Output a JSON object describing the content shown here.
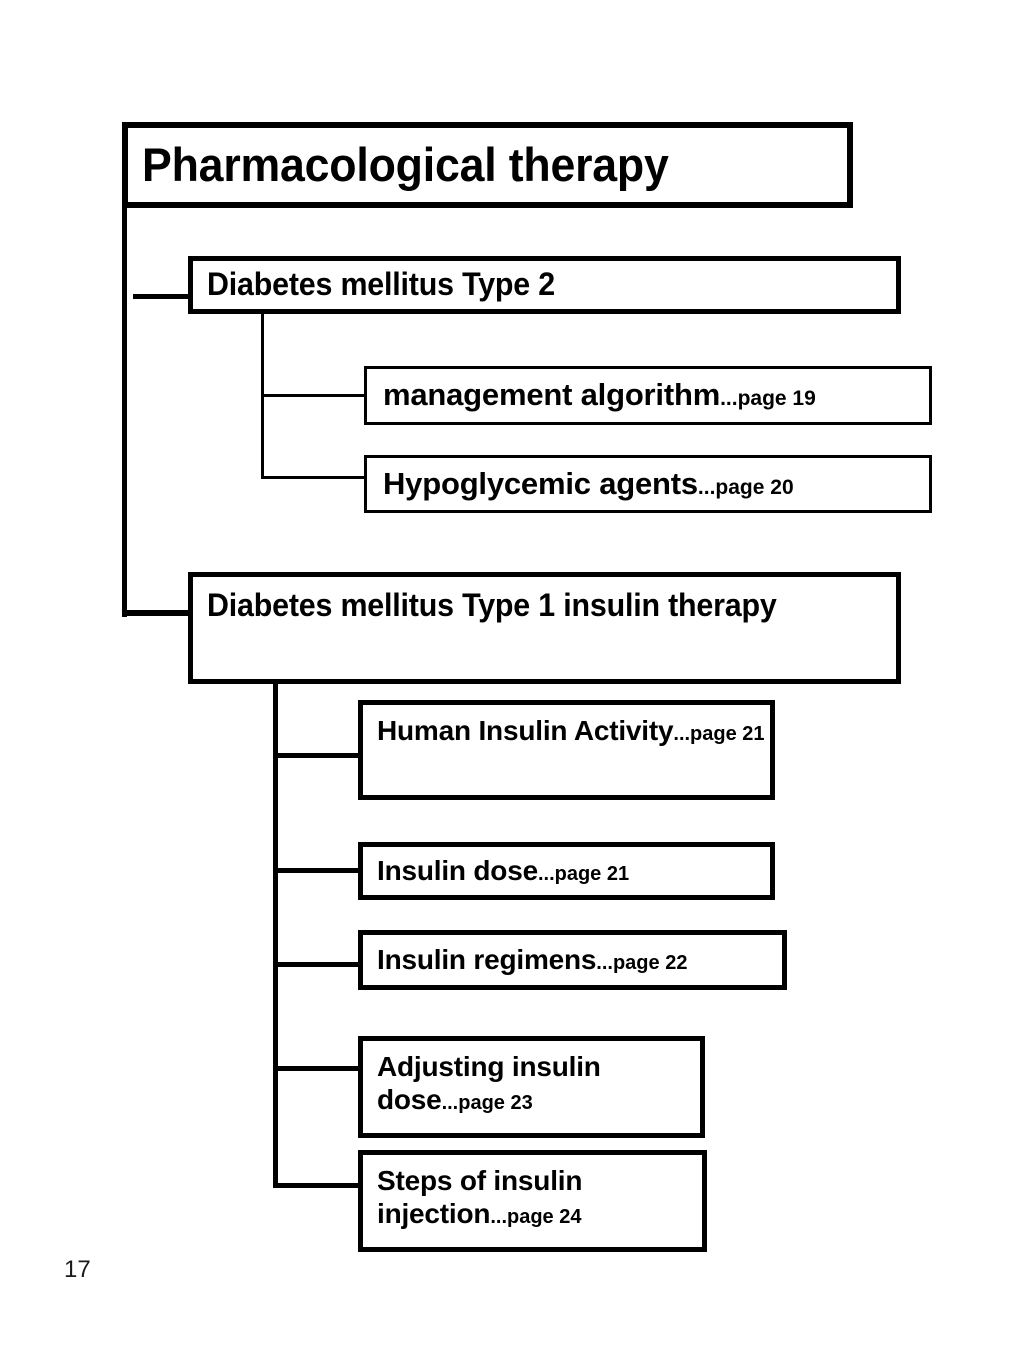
{
  "slide": {
    "page_number": "17",
    "background_color": "#ffffff",
    "line_color": "#000000"
  },
  "tree": {
    "root": {
      "label": "Pharmacological therapy"
    },
    "branches": [
      {
        "label": "Diabetes mellitus Type 2",
        "children": [
          {
            "label": "management algorithm",
            "page_ref": "...page 19"
          },
          {
            "label": "Hypoglycemic agents",
            "page_ref": "...page 20"
          }
        ]
      },
      {
        "label": "Diabetes mellitus Type 1 insulin therapy",
        "children": [
          {
            "label": "Human Insulin Activity",
            "page_ref": "...page 21"
          },
          {
            "label": "Insulin dose",
            "page_ref": "...page 21"
          },
          {
            "label": "Insulin regimens",
            "page_ref": "...page 22"
          },
          {
            "label": "Adjusting insulin dose",
            "page_ref": "...page 23"
          },
          {
            "label": "Steps of insulin injection",
            "page_ref": "...page 24"
          }
        ]
      }
    ]
  }
}
